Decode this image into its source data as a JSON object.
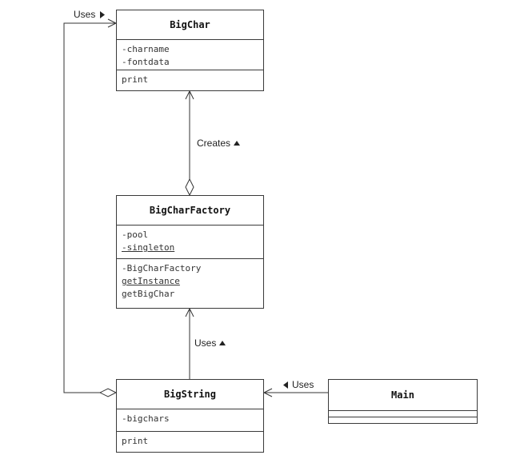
{
  "classes": {
    "bigchar": {
      "name": "BigChar",
      "fields": [
        "-charname",
        "-fontdata"
      ],
      "methods": [
        "print"
      ]
    },
    "bigcharfactory": {
      "name": "BigCharFactory",
      "fields": [
        "-pool",
        "-singleton"
      ],
      "methods": [
        "-BigCharFactory",
        "getInstance",
        "getBigChar"
      ]
    },
    "bigstring": {
      "name": "BigString",
      "fields": [
        "-bigchars"
      ],
      "methods": [
        "print"
      ]
    },
    "main": {
      "name": "Main"
    }
  },
  "relations": {
    "string_uses_char": "Uses",
    "factory_creates_char": "Creates",
    "string_uses_factory": "Uses",
    "main_uses_string": "Uses"
  }
}
